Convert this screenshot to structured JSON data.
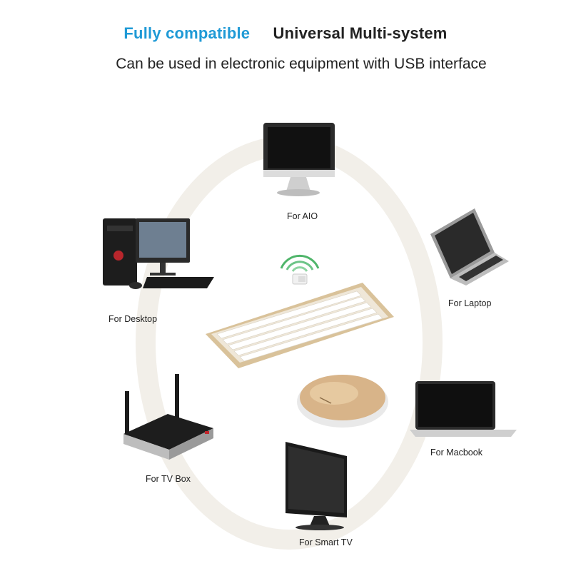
{
  "header": {
    "accent": "Fully compatible",
    "title": "Universal Multi-system",
    "subtitle": "Can be used in electronic equipment with USB interface"
  },
  "devices": {
    "aio": "For AIO",
    "laptop": "For Laptop",
    "desktop": "For Desktop",
    "tvbox": "For TV Box",
    "macbook": "For Macbook",
    "smarttv": "For Smart TV"
  },
  "colors": {
    "accent": "#1f9ad6",
    "ring": "#f2efe9",
    "keyboard_gold": "#d9c29a",
    "wifi_green": "#4fb56a"
  }
}
